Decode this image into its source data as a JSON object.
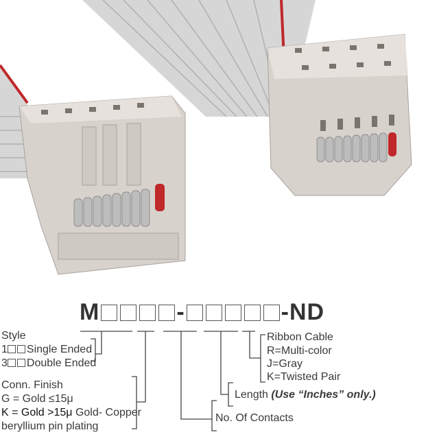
{
  "part_number": {
    "prefix": "M",
    "group1_boxes": 4,
    "separator": "-",
    "group2_boxes": 5,
    "suffix": "-ND"
  },
  "style": {
    "title": "Style",
    "options": [
      {
        "code": "1",
        "label": "Single Ended"
      },
      {
        "code": "3",
        "label": "Double Ended"
      }
    ]
  },
  "finish": {
    "title": "Conn. Finish",
    "g": "G = Gold ≤15μ",
    "k": "K = Gold >15μ",
    "k_rest": " Gold- Copper",
    "k_line2": "beryllium pin plating"
  },
  "contacts": {
    "label": "No. Of Contacts"
  },
  "length": {
    "label": "Length ",
    "note": "(Use “Inches” only.)"
  },
  "cable": {
    "title": "Ribbon Cable",
    "options": [
      "R=Multi-color",
      "J=Gray",
      "K=Twisted Pair"
    ]
  },
  "colors": {
    "connector": "#d8d2cc",
    "ribbon": "#c8c8c8",
    "red_stripe": "#c0282a",
    "line": "#444444"
  }
}
